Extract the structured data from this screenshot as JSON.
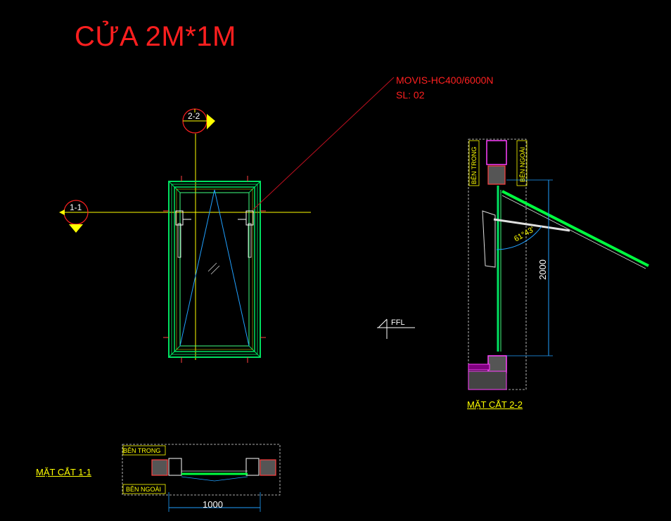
{
  "title": "CỬA 2M*1M",
  "callout": {
    "model": "MOVIS-HC400/6000N",
    "quantity": "SL: 02"
  },
  "section_markers": {
    "vertical": "2-2",
    "horizontal": "1-1"
  },
  "section_labels": {
    "section_2_2": "MẶT CẮT 2-2",
    "section_1_1": "MẶT CẮT 1-1"
  },
  "side_tags": {
    "inside": "BÊN TRONG",
    "outside": "BÊN NGOÀI"
  },
  "dimensions": {
    "width": "1000",
    "height": "2000",
    "opening_angle": "61°43'"
  },
  "level_mark": "FFL",
  "colors": {
    "background": "#000000",
    "title": "#ff1f1f",
    "frame": "#00e060",
    "glass": "#00ff40",
    "annotation": "#ffff00",
    "leader": "#c01020",
    "wall": "#ff40ff"
  }
}
